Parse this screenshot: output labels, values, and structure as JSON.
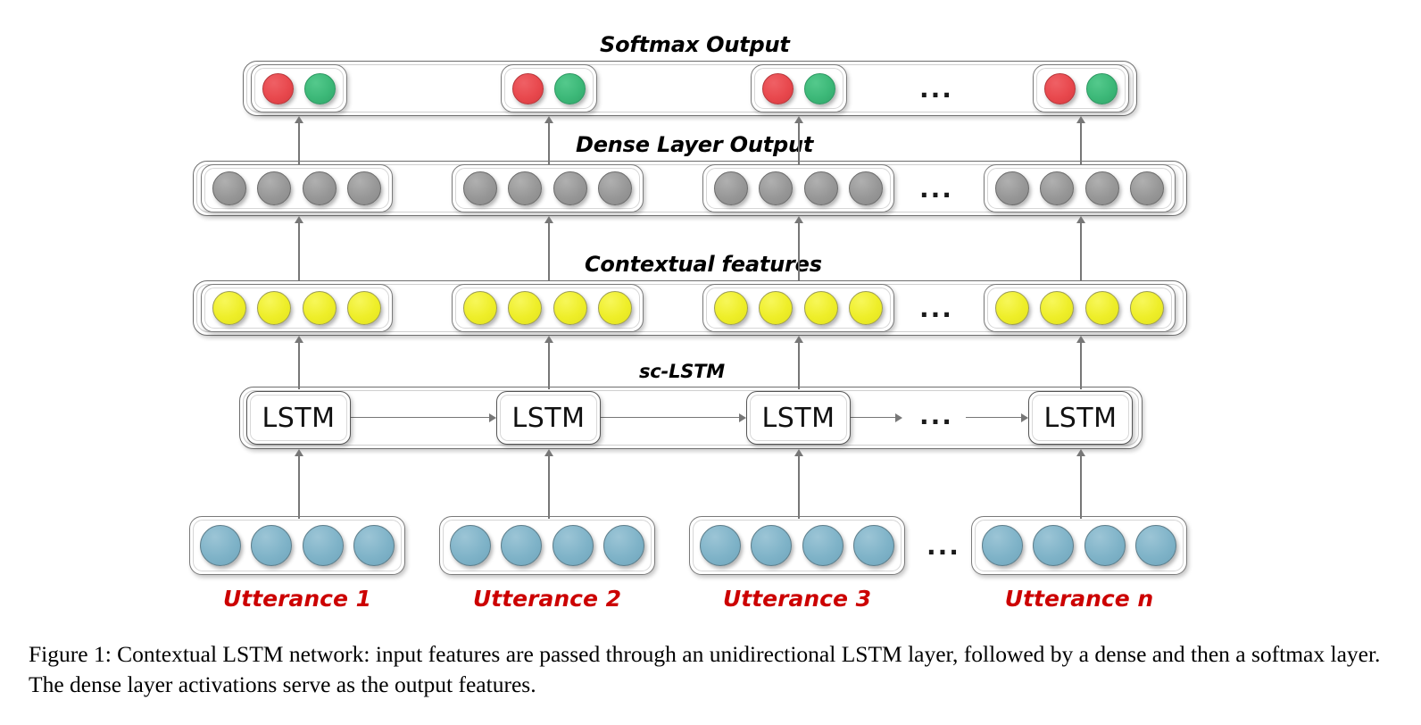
{
  "figure": {
    "caption": "Figure 1: Contextual LSTM network: input features are passed through an unidirectional LSTM layer, followed by a dense and then a softmax layer. The dense layer activations serve as the output features.",
    "ellipsis": "...",
    "colors": {
      "softmax_node_a": "#e8484d",
      "softmax_node_b": "#3cb878",
      "dense_node": "#979797",
      "context_node": "#eeee28",
      "input_node": "#7fb3c8",
      "utterance_label": "#cc0000",
      "connector": "#777777"
    },
    "layers": [
      {
        "id": "softmax",
        "label": "Softmax Output",
        "nodes_per_group": 2,
        "node_kinds": [
          "red",
          "green"
        ],
        "groups": 4
      },
      {
        "id": "dense",
        "label": "Dense Layer Output",
        "nodes_per_group": 4,
        "node_kinds": [
          "gray",
          "gray",
          "gray",
          "gray"
        ],
        "groups": 4
      },
      {
        "id": "contextual",
        "label": "Contextual features",
        "nodes_per_group": 4,
        "node_kinds": [
          "yellow",
          "yellow",
          "yellow",
          "yellow"
        ],
        "groups": 4
      },
      {
        "id": "lstm",
        "label": "sc-LSTM",
        "cell_label": "LSTM",
        "groups": 4
      },
      {
        "id": "input",
        "label": "",
        "nodes_per_group": 4,
        "node_kinds": [
          "blue",
          "blue",
          "blue",
          "blue"
        ],
        "groups": 4
      }
    ],
    "lstm_cells": [
      {
        "label": "LSTM"
      },
      {
        "label": "LSTM"
      },
      {
        "label": "LSTM"
      },
      {
        "label": "LSTM"
      }
    ],
    "utterances": [
      {
        "label": "Utterance 1"
      },
      {
        "label": "Utterance 2"
      },
      {
        "label": "Utterance 3"
      },
      {
        "label": "Utterance n"
      }
    ]
  }
}
